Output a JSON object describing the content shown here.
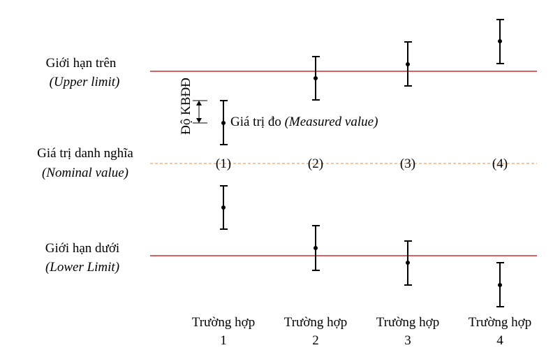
{
  "labels": {
    "upper_line1": "Giới hạn trên",
    "upper_line2": "(Upper limit)",
    "nominal_line1": "Giá trị danh nghĩa",
    "nominal_line2": "(Nominal value)",
    "lower_line1": "Giới hạn dưới",
    "lower_line2": "(Lower Limit)",
    "uncertainty": "Độ KBĐĐ",
    "measured_vi": "Giá trị đo ",
    "measured_en": "(Measured value)"
  },
  "colors": {
    "limit_line": "#c00000",
    "nominal_line": "#f4a460",
    "ink": "#000000"
  },
  "cases": [
    {
      "number_label": "(1)",
      "caption_line1": "Trường hợp",
      "caption_line2": "1"
    },
    {
      "number_label": "(2)",
      "caption_line1": "Trường hợp",
      "caption_line2": "2"
    },
    {
      "number_label": "(3)",
      "caption_line1": "Trường hợp",
      "caption_line2": "3"
    },
    {
      "number_label": "(4)",
      "caption_line1": "Trường hợp",
      "caption_line2": "4"
    }
  ]
}
